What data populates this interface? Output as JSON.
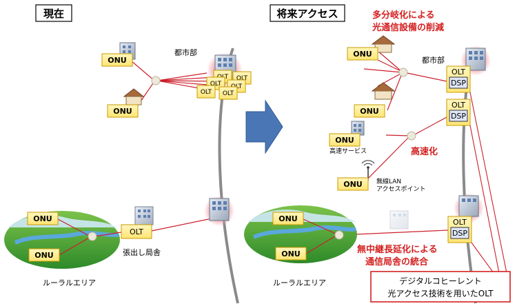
{
  "left_section": {
    "title": "現在",
    "urban_label": "都市部",
    "onu_label": "ONU",
    "olt_label": "OLT",
    "branch_office_label": "張出し局舎",
    "rural_label": "ルーラルエリア"
  },
  "right_section": {
    "title": "将来アクセス",
    "urban_label": "都市部",
    "onu_label": "ONU",
    "olt_label": "OLT",
    "dsp_label": "DSP",
    "high_speed_service_label": "高速サービス",
    "wireless_lan_line1": "無線LAN",
    "wireless_lan_line2": "アクセスポイント",
    "rural_label": "ルーラルエリア"
  },
  "annotations": {
    "multi_branch_line1": "多分岐化による",
    "multi_branch_line2": "光通信設備の削減",
    "high_speed": "高速化",
    "no_repeater_line1": "無中継長延化による",
    "no_repeater_line2": "通信局舎の統合",
    "callout_line1": "デジタルコヒーレント",
    "callout_line2": "光アクセス技術を用いたOLT"
  },
  "colors": {
    "fiber_line": "#cc1f2a",
    "annotation_text": "#d42020",
    "onu_fill": "#fff2a8",
    "onu_border": "#c89a00",
    "dsp_fill": "#dfe7f7",
    "arrow_fill": "#4a76b6",
    "backbone_ring": "#8a8a8a"
  }
}
